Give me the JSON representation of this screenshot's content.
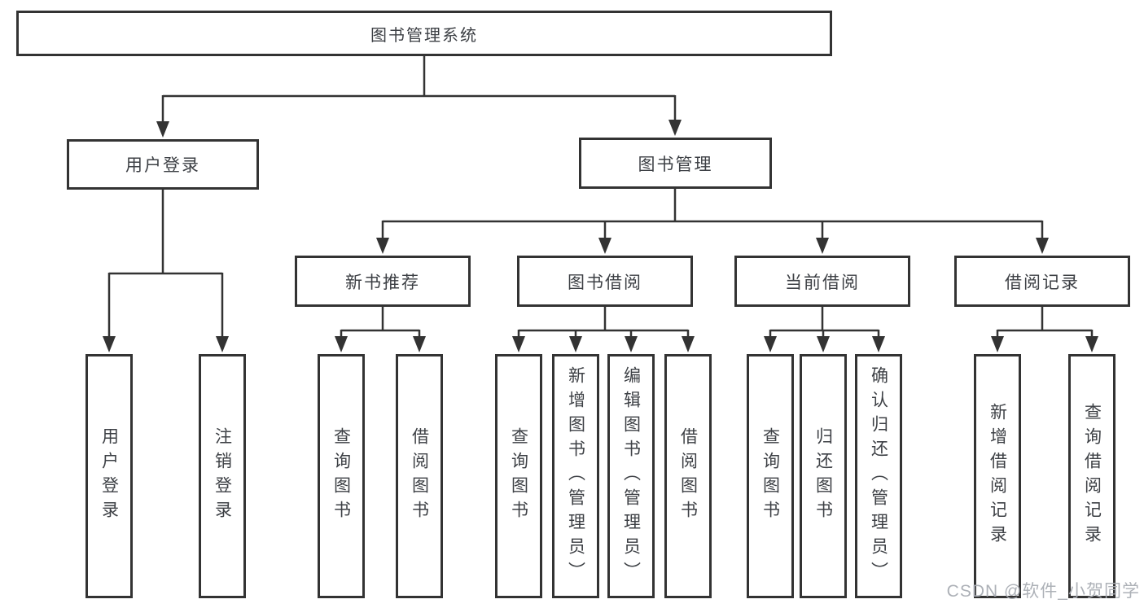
{
  "tree": {
    "root": {
      "label": "图书管理系统"
    },
    "user_login": {
      "label": "用户登录",
      "children": [
        {
          "label": "用户登录"
        },
        {
          "label": "注销登录"
        }
      ]
    },
    "book_management": {
      "label": "图书管理",
      "sections": [
        {
          "label": "新书推荐",
          "children": [
            {
              "label": "查询图书"
            },
            {
              "label": "借阅图书"
            }
          ]
        },
        {
          "label": "图书借阅",
          "children": [
            {
              "label": "查询图书"
            },
            {
              "label": "新增图书（管理员）"
            },
            {
              "label": "编辑图书（管理员）"
            },
            {
              "label": "借阅图书"
            }
          ]
        },
        {
          "label": "当前借阅",
          "children": [
            {
              "label": "查询图书"
            },
            {
              "label": "归还图书"
            },
            {
              "label": "确认归还（管理员）"
            }
          ]
        },
        {
          "label": "借阅记录",
          "children": [
            {
              "label": "新增借阅记录"
            },
            {
              "label": "查询借阅记录"
            }
          ]
        }
      ]
    }
  },
  "watermark": {
    "text": "CSDN @软件_小贺同学",
    "color": "#a9adb4"
  },
  "colors": {
    "line": "#333333",
    "box_border": "#333333",
    "text": "#3d4045",
    "background": "#ffffff"
  }
}
